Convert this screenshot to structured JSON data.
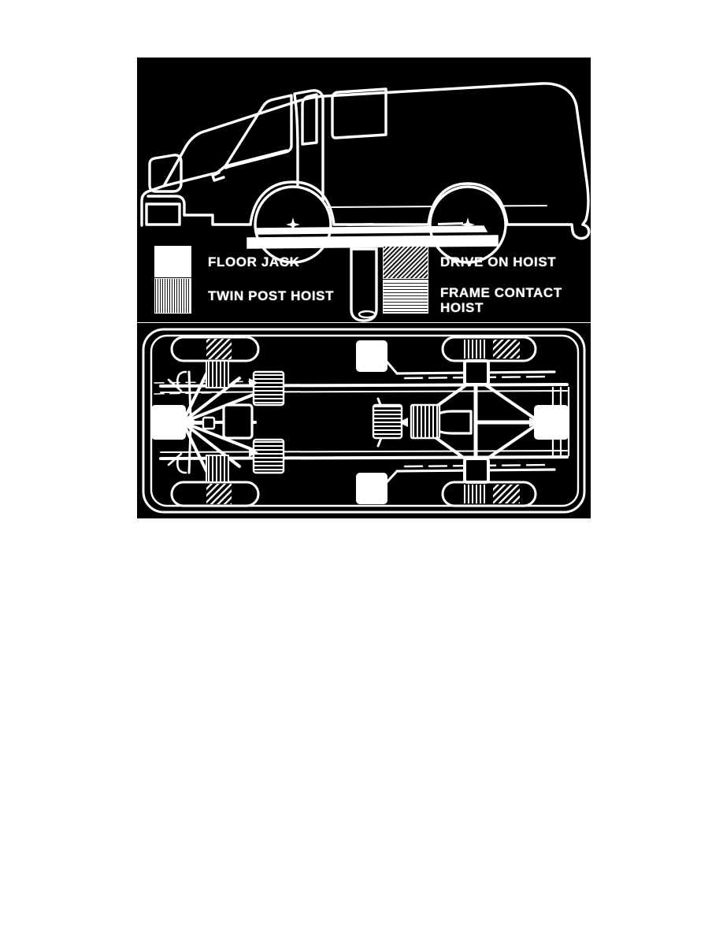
{
  "figure": {
    "title": "Vehicle Lifting and Jacking Points",
    "background_color": "#ffffff",
    "panel_color": "#000000",
    "line_color": "#ffffff"
  },
  "panels": {
    "side_view": {
      "name": "Van side elevation with lift rails",
      "caption": ""
    },
    "underside_view": {
      "name": "Vehicle underbody plan view with lift point markers",
      "caption": ""
    }
  },
  "legend": {
    "items": [
      {
        "id": "floor-jack",
        "label": "FLOOR JACK",
        "swatch": "solid-white-block",
        "pattern": "solid"
      },
      {
        "id": "twin-post-hoist",
        "label": "TWIN POST HOIST",
        "swatch": "vertical-hatch-block",
        "pattern": "vertical-lines"
      },
      {
        "id": "drive-on-hoist",
        "label": "DRIVE ON HOIST",
        "swatch": "diagonal-hatch-block",
        "pattern": "diagonal-lines"
      },
      {
        "id": "frame-contact-hoist",
        "label": "FRAME CONTACT\nHOIST",
        "swatch": "horizontal-rule-block",
        "pattern": "horizontal-lines"
      }
    ]
  },
  "icons": {
    "front_wheel_center": "crosshair-icon",
    "rear_wheel_center": "crosshair-icon"
  }
}
